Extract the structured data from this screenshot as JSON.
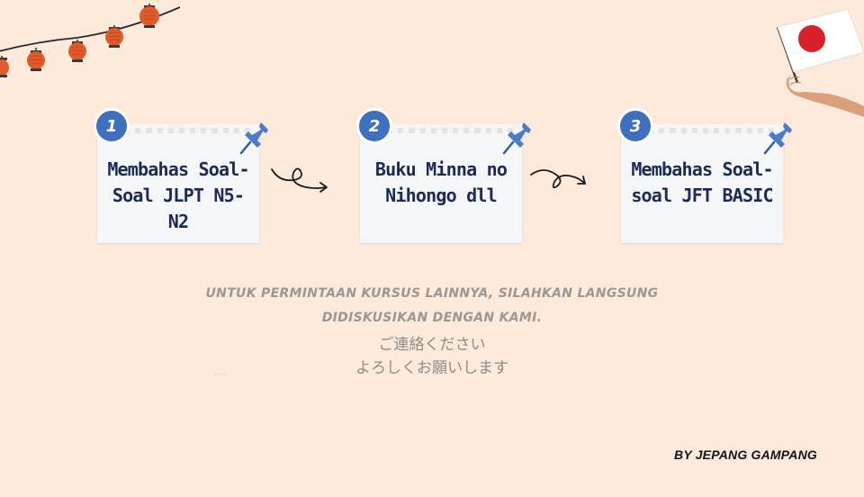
{
  "steps": [
    {
      "number": "1",
      "text": "Membahas Soal-Soal JLPT N5-N2",
      "line1": "Membahas Soal-",
      "line2": "Soal JLPT N5-N2"
    },
    {
      "number": "2",
      "text": "Buku Minna no Nihongo dll",
      "line1": "Buku Minna no",
      "line2": "Nihongo dll"
    },
    {
      "number": "3",
      "text": "Membahas Soal-soal JFT BASIC",
      "line1": "Membahas Soal-",
      "line2": "soal JFT BASIC"
    }
  ],
  "message": {
    "line1": "UNTUK PERMINTAAN KURSUS LAINNYA, SILAHKAN LANGSUNG",
    "line2": "DIDISKUSIKAN DENGAN KAMI.",
    "jp1": "ご連絡ください",
    "jp2": "よろしくお願いします",
    "tiny": "□ ☆ ☆"
  },
  "byline": "BY JEPANG GAMPANG",
  "icons": {
    "lanterns": "paper-lantern-icon",
    "flag": "japan-flag-icon",
    "pin": "push-pin-icon",
    "arrow": "curly-arrow-icon"
  },
  "colors": {
    "background": "#fdeadb",
    "badge": "#3f6fbf",
    "card_text": "#1c2a55",
    "lantern": "#e05a2a",
    "flag_circle": "#d8202a",
    "muted_text": "#9c9793"
  }
}
